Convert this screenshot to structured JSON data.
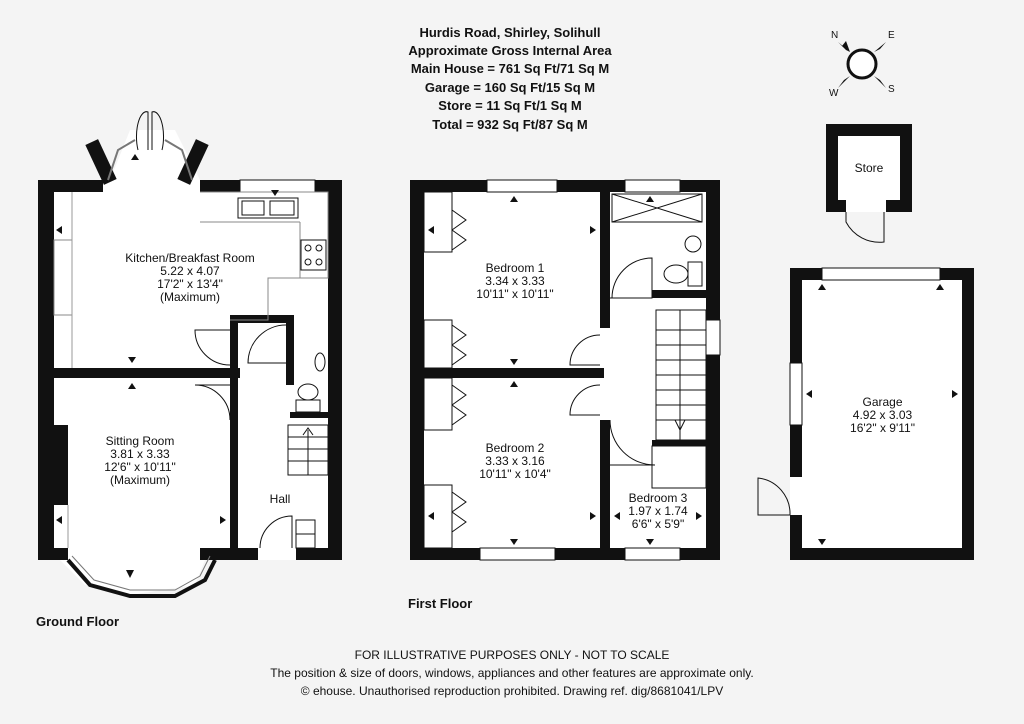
{
  "header": {
    "address": "Hurdis Road, Shirley, Solihull",
    "subtitle": "Approximate Gross Internal Area",
    "main_house": "Main House = 761 Sq Ft/71 Sq M",
    "garage": "Garage = 160 Sq Ft/15 Sq M",
    "store": "Store = 11 Sq Ft/1 Sq M",
    "total": "Total = 932 Sq Ft/87 Sq M"
  },
  "compass": {
    "n": "N",
    "e": "E",
    "s": "S",
    "w": "W"
  },
  "floors": {
    "ground": "Ground Floor",
    "first": "First Floor"
  },
  "rooms": {
    "kitchen": {
      "name": "Kitchen/Breakfast Room",
      "metric": "5.22 x 4.07",
      "imperial": "17'2\" x 13'4\"",
      "note": "(Maximum)"
    },
    "sitting": {
      "name": "Sitting Room",
      "metric": "3.81 x 3.33",
      "imperial": "12'6\" x 10'11\"",
      "note": "(Maximum)"
    },
    "hall": {
      "name": "Hall"
    },
    "bedroom1": {
      "name": "Bedroom 1",
      "metric": "3.34 x 3.33",
      "imperial": "10'11\" x 10'11\""
    },
    "bedroom2": {
      "name": "Bedroom 2",
      "metric": "3.33 x 3.16",
      "imperial": "10'11\" x 10'4\""
    },
    "bedroom3": {
      "name": "Bedroom 3",
      "metric": "1.97 x 1.74",
      "imperial": "6'6\" x 5'9\""
    },
    "store": {
      "name": "Store"
    },
    "garage": {
      "name": "Garage",
      "metric": "4.92 x 3.03",
      "imperial": "16'2\" x 9'11\""
    }
  },
  "footer": {
    "disclaimer": "FOR ILLUSTRATIVE PURPOSES ONLY - NOT TO SCALE",
    "note": "The position & size of doors, windows, appliances and other features are approximate only.",
    "copyright": "© ehouse. Unauthorised reproduction prohibited. Drawing ref. dig/8681041/LPV"
  },
  "colors": {
    "wall": "#111111",
    "background": "#f4f4f4",
    "floor": "#ffffff"
  }
}
